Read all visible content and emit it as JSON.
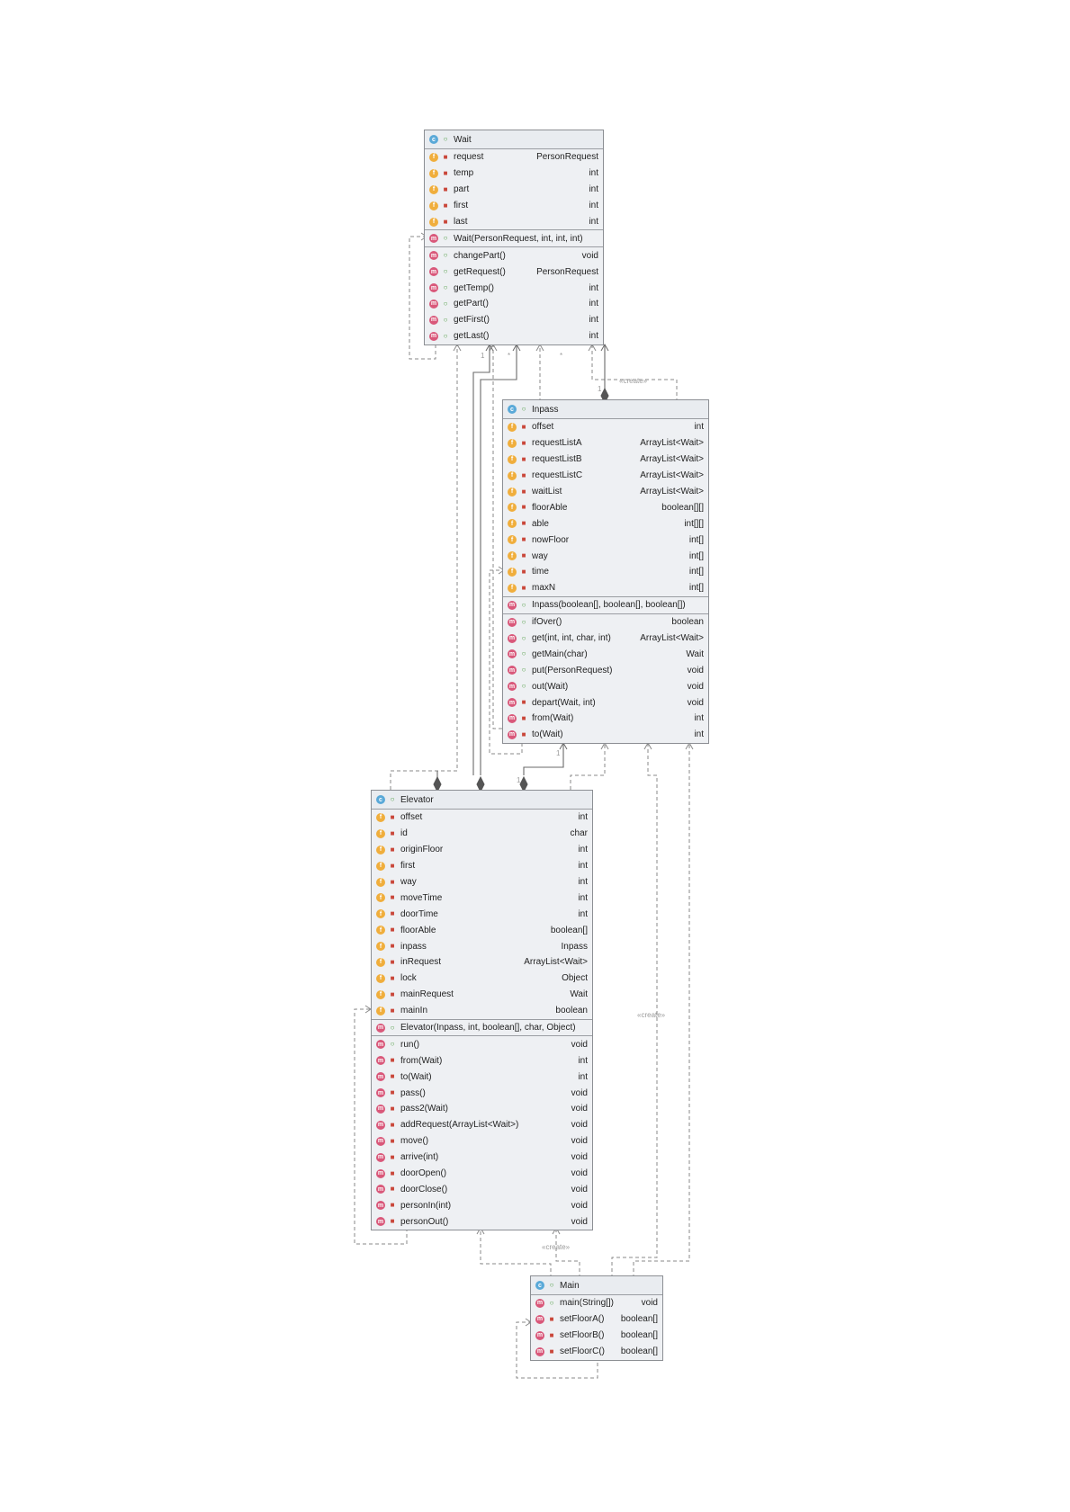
{
  "badges": {
    "class": "c",
    "field": "f",
    "method": "m"
  },
  "icons": {
    "private": "lock-icon",
    "public": "unlock-icon"
  },
  "colors": {
    "class_fill": "#eef0f3",
    "border": "#8c8f94",
    "class_badge": "#5aa9d8",
    "field_badge": "#f0ae3c",
    "method_badge": "#d9587a",
    "connector": "#8a8a8a"
  },
  "classes": [
    {
      "name": "Wait",
      "fields": [
        {
          "name": "request",
          "type": "PersonRequest",
          "vis": "private"
        },
        {
          "name": "temp",
          "type": "int",
          "vis": "private"
        },
        {
          "name": "part",
          "type": "int",
          "vis": "private"
        },
        {
          "name": "first",
          "type": "int",
          "vis": "private"
        },
        {
          "name": "last",
          "type": "int",
          "vis": "private"
        }
      ],
      "constructors": [
        {
          "name": "Wait(PersonRequest, int, int, int)",
          "type": "",
          "vis": "public"
        }
      ],
      "methods": [
        {
          "name": "changePart()",
          "type": "void",
          "vis": "public"
        },
        {
          "name": "getRequest()",
          "type": "PersonRequest",
          "vis": "public"
        },
        {
          "name": "getTemp()",
          "type": "int",
          "vis": "public"
        },
        {
          "name": "getPart()",
          "type": "int",
          "vis": "public"
        },
        {
          "name": "getFirst()",
          "type": "int",
          "vis": "public"
        },
        {
          "name": "getLast()",
          "type": "int",
          "vis": "public"
        }
      ]
    },
    {
      "name": "Inpass",
      "fields": [
        {
          "name": "offset",
          "type": "int",
          "vis": "private"
        },
        {
          "name": "requestListA",
          "type": "ArrayList<Wait>",
          "vis": "private"
        },
        {
          "name": "requestListB",
          "type": "ArrayList<Wait>",
          "vis": "private"
        },
        {
          "name": "requestListC",
          "type": "ArrayList<Wait>",
          "vis": "private"
        },
        {
          "name": "waitList",
          "type": "ArrayList<Wait>",
          "vis": "private"
        },
        {
          "name": "floorAble",
          "type": "boolean[][]",
          "vis": "private"
        },
        {
          "name": "able",
          "type": "int[][]",
          "vis": "private"
        },
        {
          "name": "nowFloor",
          "type": "int[]",
          "vis": "private"
        },
        {
          "name": "way",
          "type": "int[]",
          "vis": "private"
        },
        {
          "name": "time",
          "type": "int[]",
          "vis": "private"
        },
        {
          "name": "maxN",
          "type": "int[]",
          "vis": "private"
        }
      ],
      "constructors": [
        {
          "name": "Inpass(boolean[], boolean[], boolean[])",
          "type": "",
          "vis": "public"
        }
      ],
      "methods": [
        {
          "name": "ifOver()",
          "type": "boolean",
          "vis": "public"
        },
        {
          "name": "get(int, int, char, int)",
          "type": "ArrayList<Wait>",
          "vis": "public"
        },
        {
          "name": "getMain(char)",
          "type": "Wait",
          "vis": "public"
        },
        {
          "name": "put(PersonRequest)",
          "type": "void",
          "vis": "public"
        },
        {
          "name": "out(Wait)",
          "type": "void",
          "vis": "public"
        },
        {
          "name": "depart(Wait, int)",
          "type": "void",
          "vis": "private"
        },
        {
          "name": "from(Wait)",
          "type": "int",
          "vis": "private"
        },
        {
          "name": "to(Wait)",
          "type": "int",
          "vis": "private"
        }
      ]
    },
    {
      "name": "Elevator",
      "fields": [
        {
          "name": "offset",
          "type": "int",
          "vis": "private"
        },
        {
          "name": "id",
          "type": "char",
          "vis": "private"
        },
        {
          "name": "originFloor",
          "type": "int",
          "vis": "private"
        },
        {
          "name": "first",
          "type": "int",
          "vis": "private"
        },
        {
          "name": "way",
          "type": "int",
          "vis": "private"
        },
        {
          "name": "moveTime",
          "type": "int",
          "vis": "private"
        },
        {
          "name": "doorTime",
          "type": "int",
          "vis": "private"
        },
        {
          "name": "floorAble",
          "type": "boolean[]",
          "vis": "private"
        },
        {
          "name": "inpass",
          "type": "Inpass",
          "vis": "private"
        },
        {
          "name": "inRequest",
          "type": "ArrayList<Wait>",
          "vis": "private"
        },
        {
          "name": "lock",
          "type": "Object",
          "vis": "private"
        },
        {
          "name": "mainRequest",
          "type": "Wait",
          "vis": "private"
        },
        {
          "name": "mainIn",
          "type": "boolean",
          "vis": "private"
        }
      ],
      "constructors": [
        {
          "name": "Elevator(Inpass, int, boolean[], char, Object)",
          "type": "",
          "vis": "public"
        }
      ],
      "methods": [
        {
          "name": "run()",
          "type": "void",
          "vis": "public"
        },
        {
          "name": "from(Wait)",
          "type": "int",
          "vis": "private"
        },
        {
          "name": "to(Wait)",
          "type": "int",
          "vis": "private"
        },
        {
          "name": "pass()",
          "type": "void",
          "vis": "private"
        },
        {
          "name": "pass2(Wait)",
          "type": "void",
          "vis": "private"
        },
        {
          "name": "addRequest(ArrayList<Wait>)",
          "type": "void",
          "vis": "private"
        },
        {
          "name": "move()",
          "type": "void",
          "vis": "private"
        },
        {
          "name": "arrive(int)",
          "type": "void",
          "vis": "private"
        },
        {
          "name": "doorOpen()",
          "type": "void",
          "vis": "private"
        },
        {
          "name": "doorClose()",
          "type": "void",
          "vis": "private"
        },
        {
          "name": "personIn(int)",
          "type": "void",
          "vis": "private"
        },
        {
          "name": "personOut()",
          "type": "void",
          "vis": "private"
        }
      ]
    },
    {
      "name": "Main",
      "fields": [],
      "constructors": [],
      "methods": [
        {
          "name": "main(String[])",
          "type": "void",
          "vis": "public"
        },
        {
          "name": "setFloorA()",
          "type": "boolean[]",
          "vis": "private"
        },
        {
          "name": "setFloorB()",
          "type": "boolean[]",
          "vis": "private"
        },
        {
          "name": "setFloorC()",
          "type": "boolean[]",
          "vis": "private"
        }
      ]
    }
  ],
  "connector_labels": {
    "create": "«create»",
    "one": "1",
    "many": "*"
  }
}
